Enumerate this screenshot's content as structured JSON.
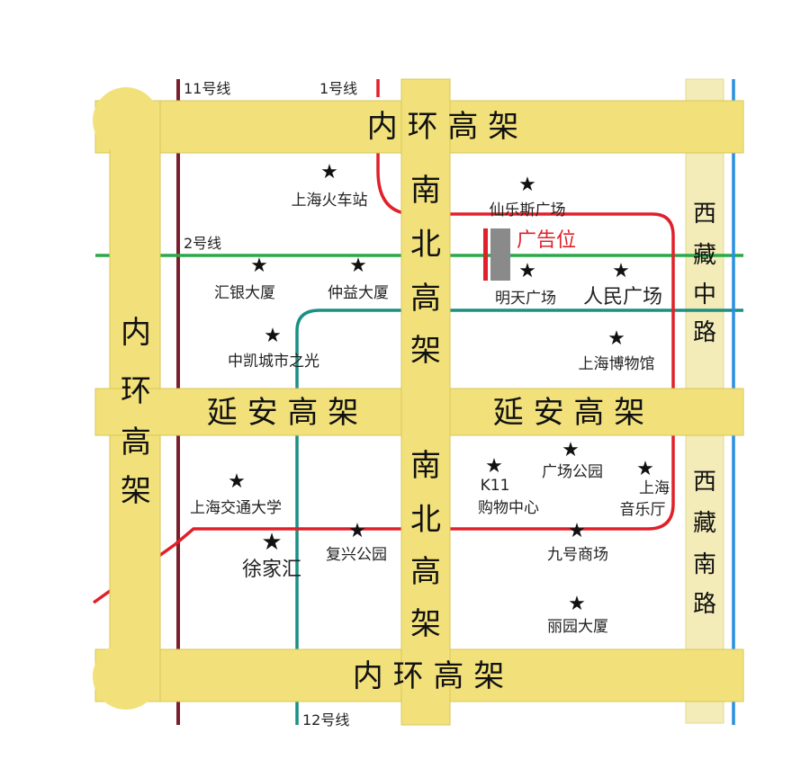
{
  "roads": {
    "inner_ring_top": "内 环 高 架",
    "inner_ring_bottom": "内 环 高 架",
    "inner_ring_left": [
      "内",
      "环",
      "高",
      "架"
    ],
    "yanan_left": "延 安 高 架",
    "yanan_right": "延 安 高 架",
    "nanbei_upper": [
      "南",
      "北",
      "高",
      "架"
    ],
    "nanbei_lower": [
      "南",
      "北",
      "高",
      "架"
    ],
    "xizang_middle": [
      "西",
      "藏",
      "中",
      "路"
    ],
    "xizang_south": [
      "西",
      "藏",
      "南",
      "路"
    ]
  },
  "metro_lines": {
    "line1": "1号线",
    "line2": "2号线",
    "line11": "11号线",
    "line12": "12号线"
  },
  "metro_colors": {
    "line1": "#e0202a",
    "line2": "#2ba84a",
    "line11": "#7a1f2b",
    "line12": "#1b8f84",
    "xizang_blue": "#2a8fe0"
  },
  "ad_label": "广告位",
  "pois": [
    {
      "name": "上海火车站"
    },
    {
      "name": "仙乐斯广场"
    },
    {
      "name": "汇银大厦"
    },
    {
      "name": "仲益大厦"
    },
    {
      "name": "明天广场"
    },
    {
      "name": "人民广场"
    },
    {
      "name": "中凯城市之光"
    },
    {
      "name": "上海博物馆"
    },
    {
      "name": "上海交通大学"
    },
    {
      "name": "K11"
    },
    {
      "name": "购物中心"
    },
    {
      "name": "广场公园"
    },
    {
      "name": "上海"
    },
    {
      "name": "音乐厅"
    },
    {
      "name": "徐家汇"
    },
    {
      "name": "复兴公园"
    },
    {
      "name": "九号商场"
    },
    {
      "name": "丽园大厦"
    }
  ],
  "colors": {
    "road_fill": "#f2e17a",
    "road_stroke": "#d8c65a",
    "xizang_fill": "#f4ecb8"
  }
}
